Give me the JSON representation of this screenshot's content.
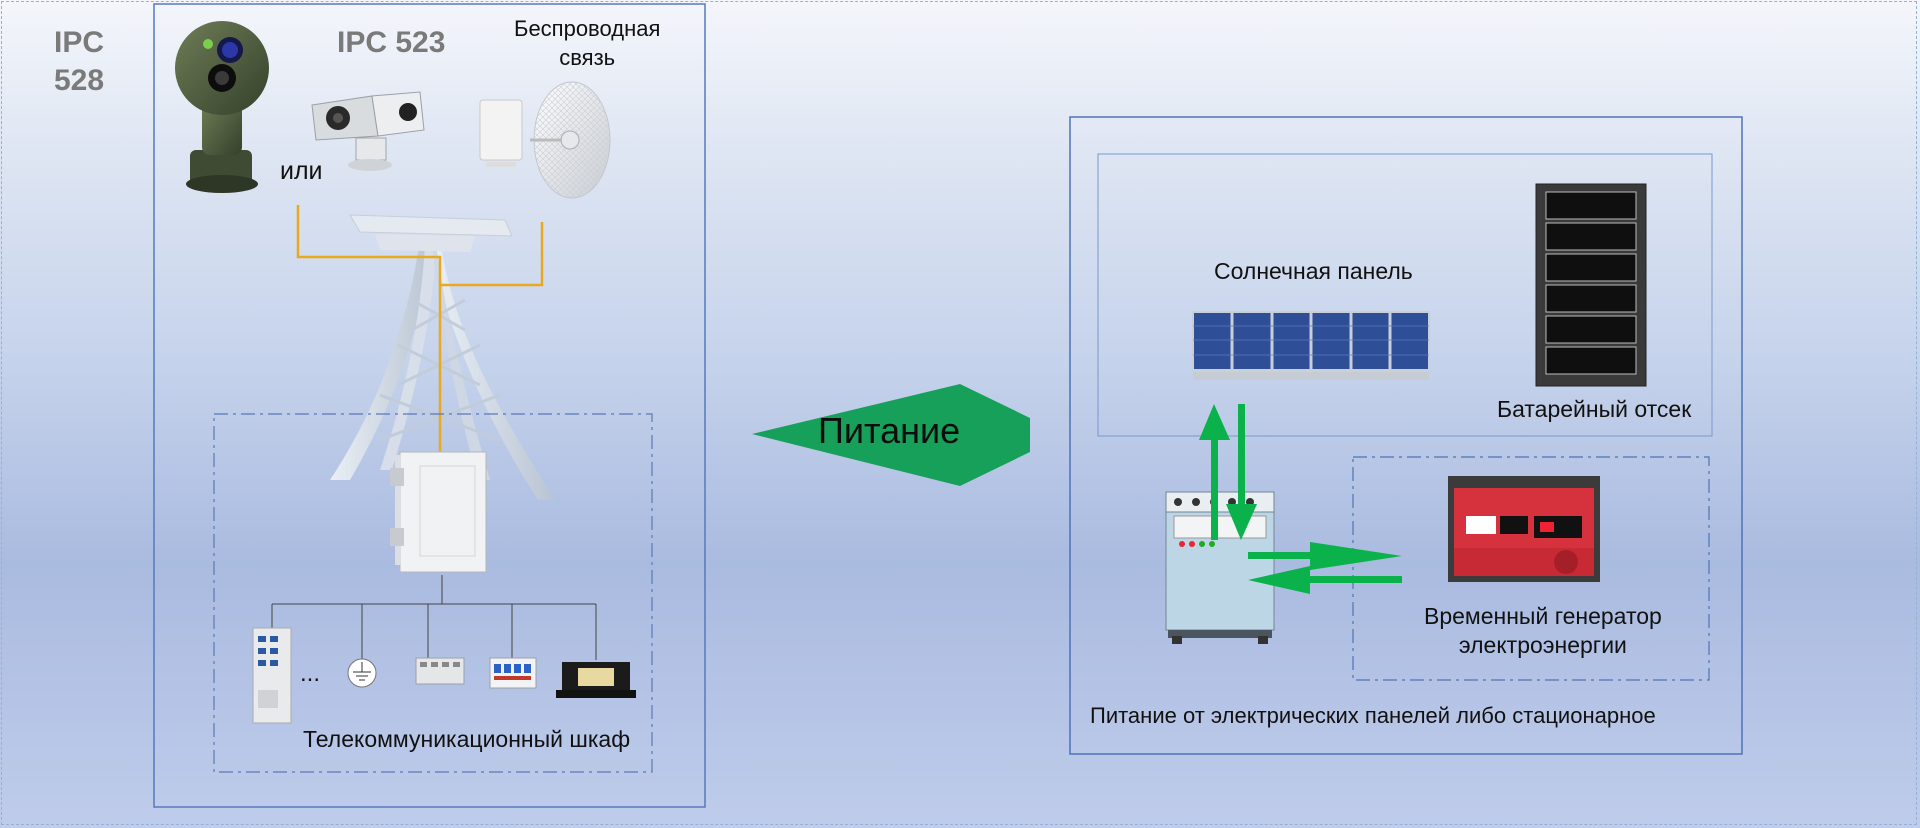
{
  "camera_left": {
    "line1": "IPC",
    "line2": "528"
  },
  "camera_mid": "IPC 523",
  "or_text": "или",
  "wireless": {
    "line1": "Беспроводная",
    "line2": "связь"
  },
  "ellipsis": "...",
  "telecom_cabinet": "Телекоммуникационный шкаф",
  "power_arrow": "Питание",
  "solar_panel": "Солнечная панель",
  "battery_bay": "Батарейный отсек",
  "generator": {
    "line1": "Временный генератор",
    "line2": "электроэнергии"
  },
  "power_source": "Питание от электрических панелей либо стационарное",
  "colors": {
    "arrow_green": "#16a05a",
    "flow_green": "#0bb24c",
    "cable_yellow": "#e8a820",
    "box_border": "#4e73b8",
    "generator_red": "#d6323d"
  }
}
